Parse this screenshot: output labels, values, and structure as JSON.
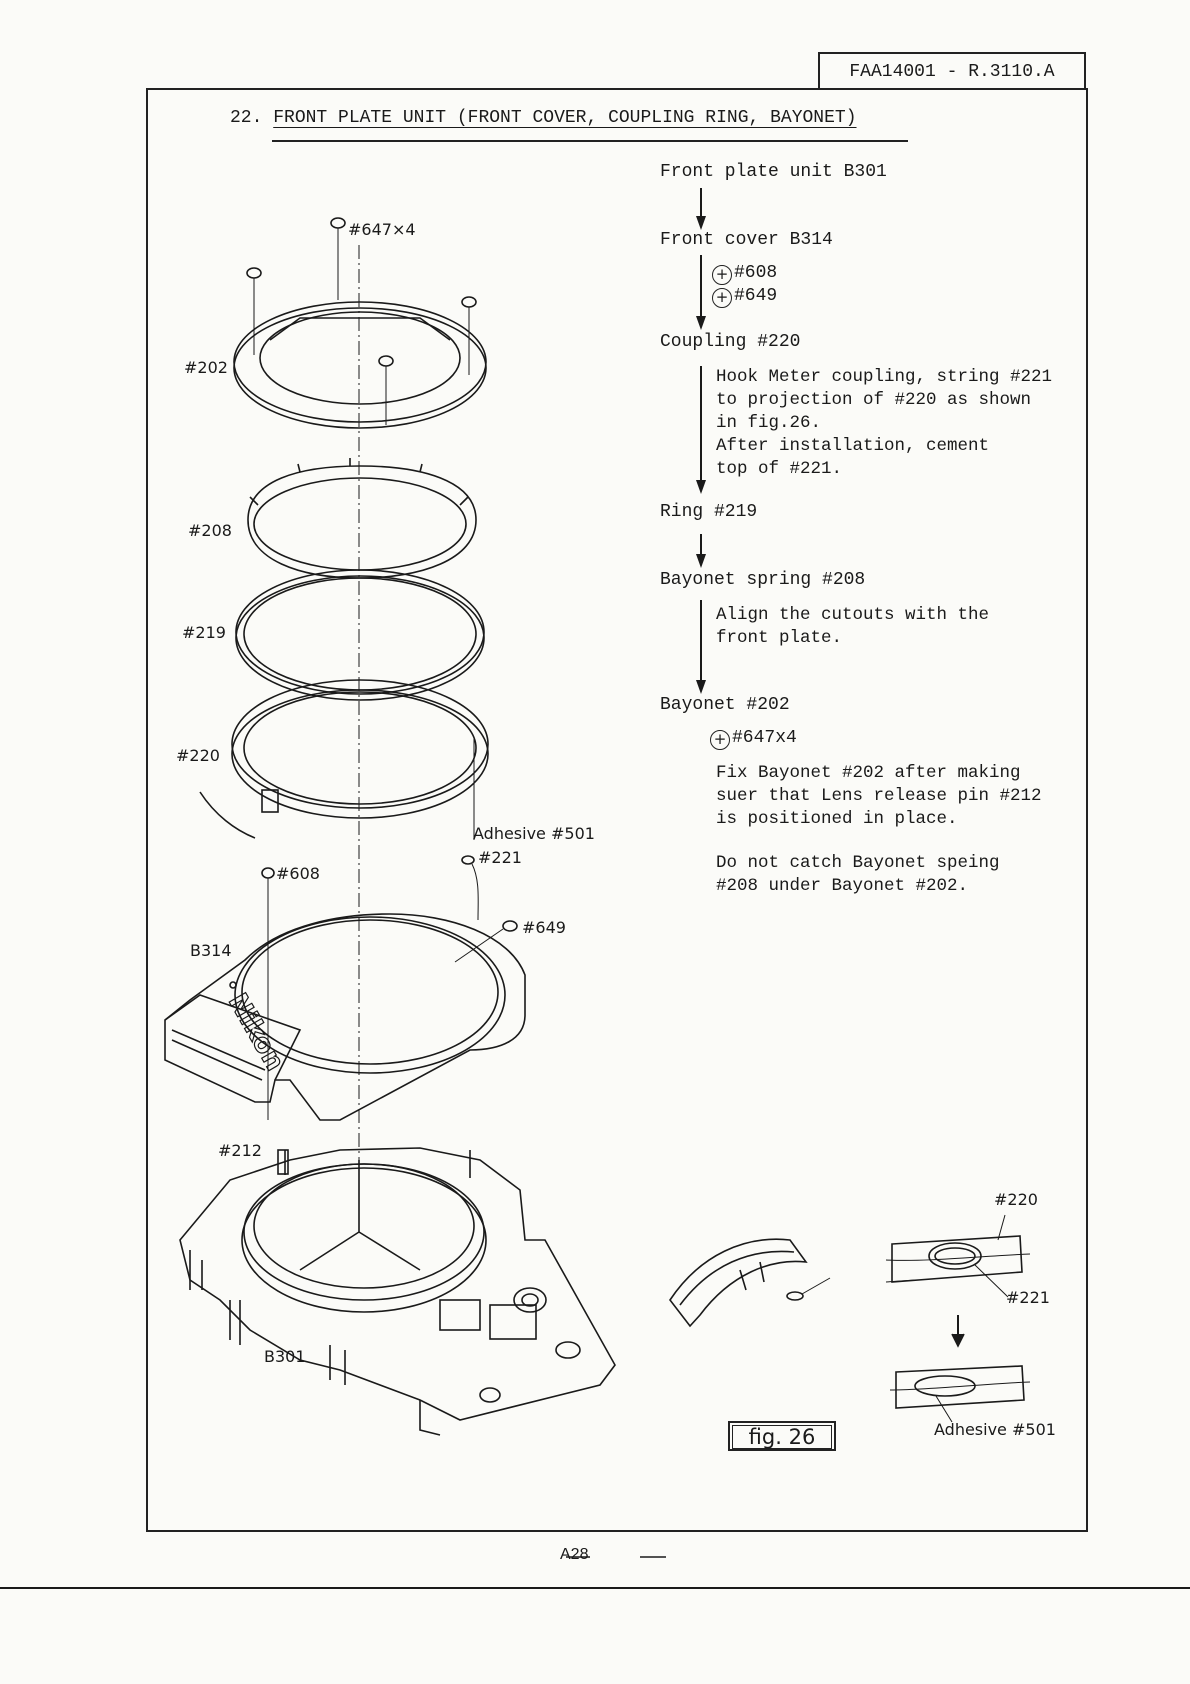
{
  "header": {
    "doc_number": "FAA14001 - R.3110.A"
  },
  "section": {
    "number": "22.",
    "title": "FRONT PLATE UNIT (FRONT COVER, COUPLING RING, BAYONET)"
  },
  "flow": {
    "step1": "Front plate unit B301",
    "step2": "Front cover  B314",
    "screw_608": "#608",
    "screw_649": "#649",
    "step3": "Coupling #220",
    "note3": "Hook Meter coupling, string #221\nto projection of #220 as shown\nin fig.26.\nAfter installation, cement\ntop of #221.",
    "step4": "Ring #219",
    "step5": "Bayonet spring #208",
    "note5": "Align the cutouts with the\nfront plate.",
    "step6": "Bayonet #202",
    "screw_647": "#647x4",
    "note6a": "Fix Bayonet #202 after making\nsuer that Lens release pin #212\nis positioned in place.",
    "note6b": "Do not catch Bayonet speing\n#208 under Bayonet #202."
  },
  "diagram_labels": {
    "screw_647x4": "#647×4",
    "p202": "#202",
    "p208": "#208",
    "p219": "#219",
    "p220": "#220",
    "adhesive": "Adhesive #501",
    "p221": "#221",
    "p608": "#608",
    "p649": "#649",
    "b314": "B314",
    "p212": "#212",
    "b301": "B301",
    "brand": "Nikon"
  },
  "fig26": {
    "label": "fig. 26",
    "p220": "#220",
    "p221": "#221",
    "adhesive": "Adhesive #501"
  },
  "footer": {
    "page": "A28"
  },
  "colors": {
    "ink": "#1a1a1a",
    "paper": "#fbfbf8"
  }
}
